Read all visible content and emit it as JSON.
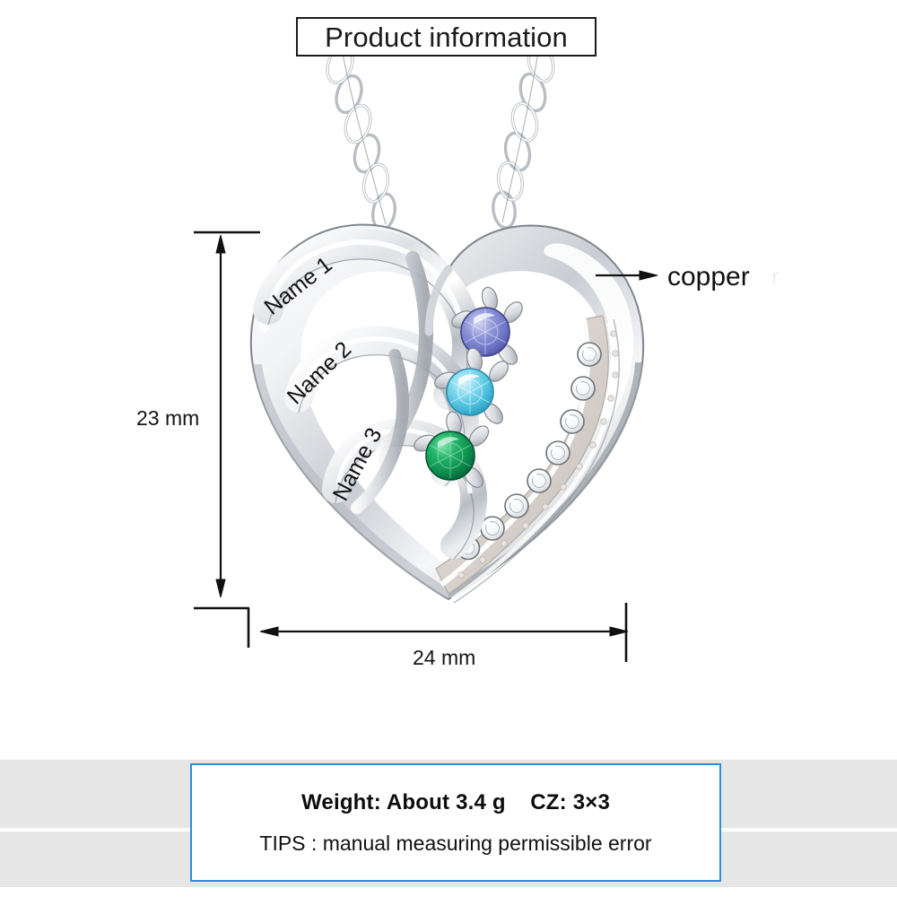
{
  "header": {
    "title": "Product information"
  },
  "product": {
    "type": "heart-pendant-necklace",
    "material_callout": "copper",
    "engravings": [
      {
        "id": "name-1",
        "label": "Name 1"
      },
      {
        "id": "name-2",
        "label": "Name 2"
      },
      {
        "id": "name-3",
        "label": "Name 3"
      }
    ],
    "gemstones": [
      {
        "id": "gem-1",
        "name": "tanzanite-stone",
        "color": "#7f86cf",
        "color_light": "#b7bce8",
        "color_dark": "#4a4f9e"
      },
      {
        "id": "gem-2",
        "name": "aquamarine-stone",
        "color": "#5fc8e2",
        "color_light": "#b3e8f4",
        "color_dark": "#2a9ab8"
      },
      {
        "id": "gem-3",
        "name": "emerald-stone",
        "color": "#14a35a",
        "color_light": "#5fd894",
        "color_dark": "#04673a"
      }
    ],
    "pave_stone_color": "#ffffff",
    "metal_color": "#d8dade",
    "metal_highlight": "#ffffff",
    "metal_shadow": "#8d9197"
  },
  "dimensions": {
    "height_label": "23 mm",
    "width_label": "24 mm"
  },
  "specs": {
    "line1": "Weight: About 3.4 g    CZ: 3×3",
    "line2": "TIPS : manual measuring permissible error"
  },
  "colors": {
    "title_border": "#1a1a1a",
    "info_border": "#2b8fd6",
    "band": "#e6e6e6",
    "background": "#ffffff",
    "annotation_line": "#111111"
  },
  "watermark": {
    "text": "r"
  }
}
